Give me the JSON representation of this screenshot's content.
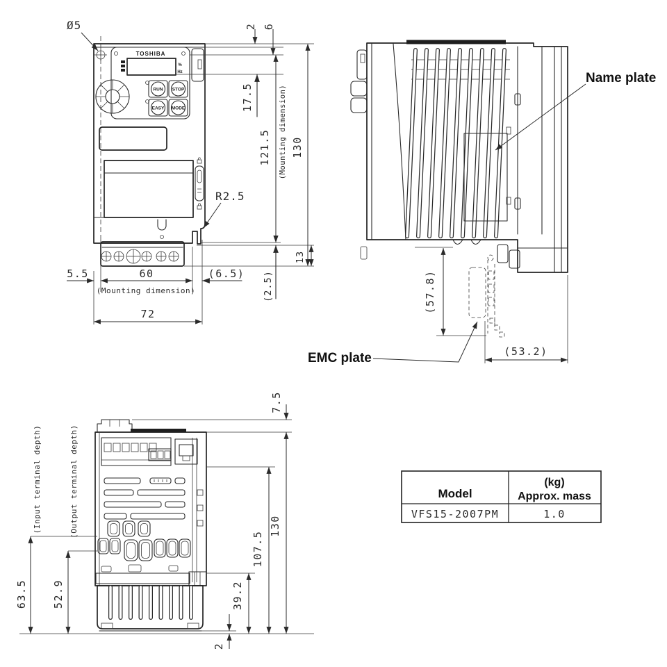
{
  "meta": {
    "background": "#ffffff",
    "ink": "#2a2a2a"
  },
  "front_view": {
    "hole_label": "Ø5",
    "radius_label": "R2.5",
    "keypad": {
      "brand": "TOSHIBA",
      "btn_run": "RUN",
      "btn_stop": "STOP",
      "btn_easy": "EASY",
      "btn_mode": "MODE",
      "unit_percent": "%",
      "unit_hz": "Hz"
    },
    "dims": {
      "d2": "2",
      "d6": "6",
      "d17_5": "17.5",
      "d121_5": "121.5",
      "mount_note_v": "(Mounting dimension)",
      "d130": "130",
      "d13": "13",
      "d2_5": "(2.5)",
      "d5_5": "5.5",
      "d60": "60",
      "mount_note_h": "(Mounting dimension)",
      "d6_5": "(6.5)",
      "d72": "72"
    }
  },
  "side_view": {
    "name_plate_label": "Name plate",
    "emc_plate_label": "EMC plate",
    "dims": {
      "d57_8": "(57.8)",
      "d53_2": "(53.2)"
    }
  },
  "bottom_view": {
    "input_label": "(Input terminal depth)",
    "output_label": "(Output terminal depth)",
    "dims": {
      "d63_5": "63.5",
      "d52_9": "52.9",
      "d7_5": "7.5",
      "d130": "130",
      "d107_5": "107.5",
      "d39_2": "39.2",
      "d2": "2"
    }
  },
  "table": {
    "col_model": "Model",
    "col_mass_unit": "(kg)",
    "col_mass": "Approx. mass",
    "rows": [
      {
        "model": "VFS15-2007PM",
        "mass": "1.0"
      }
    ]
  }
}
